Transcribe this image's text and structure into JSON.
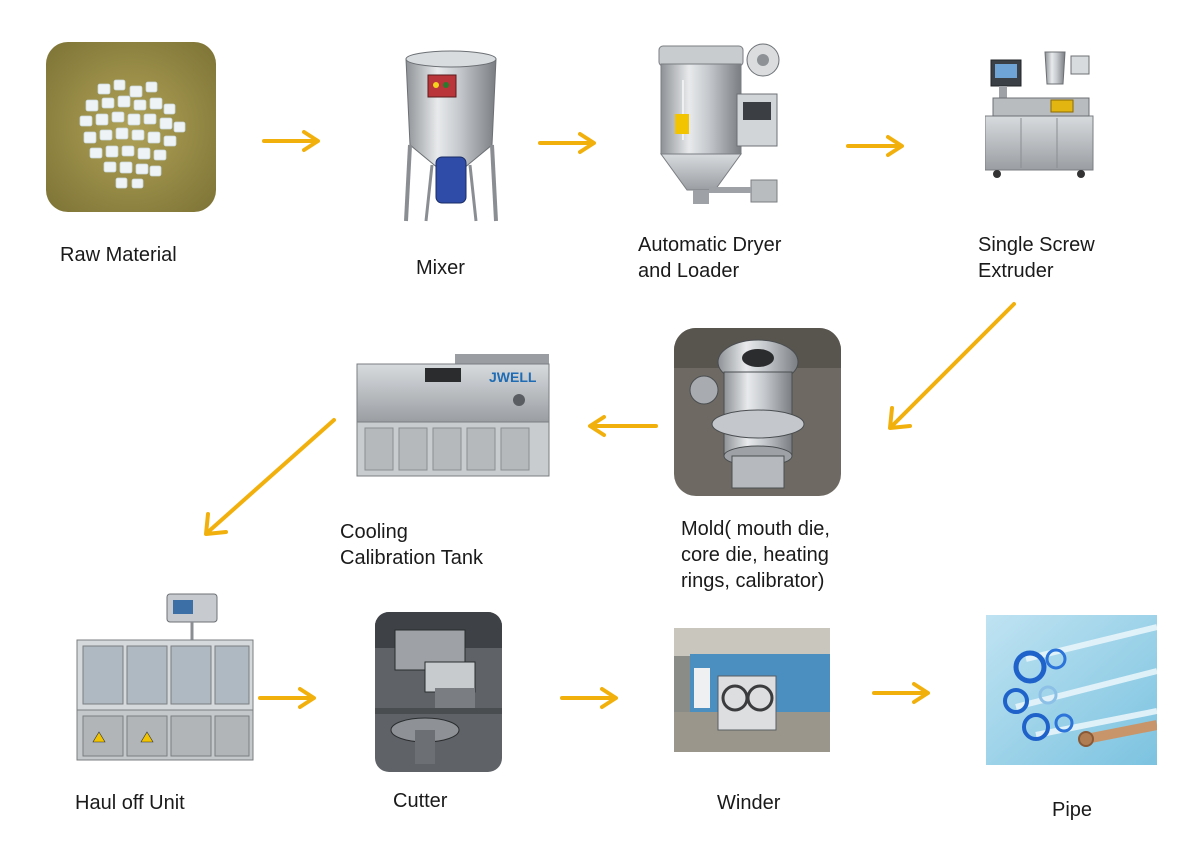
{
  "accent_color": "#F2B00C",
  "steps": [
    {
      "id": "raw-material",
      "label": "Raw  Material",
      "icon": "plastic-pellets-photo"
    },
    {
      "id": "mixer",
      "label": "Mixer",
      "icon": "mixer-machine-photo"
    },
    {
      "id": "dryer",
      "label": "Automatic Dryer\nand Loader",
      "icon": "dryer-loader-photo"
    },
    {
      "id": "extruder",
      "label": "Single Screw\nExtruder",
      "icon": "extruder-machine-photo"
    },
    {
      "id": "mold",
      "label": "Mold( mouth die,\ncore die, heating\nrings, calibrator)",
      "icon": "mold-die-photo"
    },
    {
      "id": "cooling",
      "label": "Cooling\nCalibration Tank",
      "icon": "cooling-tank-photo",
      "brand": "JWELL"
    },
    {
      "id": "haul-off",
      "label": "Haul off Unit",
      "icon": "haul-off-photo"
    },
    {
      "id": "cutter",
      "label": "Cutter",
      "icon": "cutter-photo"
    },
    {
      "id": "winder",
      "label": "Winder",
      "icon": "winder-photo"
    },
    {
      "id": "pipe",
      "label": "Pipe",
      "icon": "pipe-photo"
    }
  ]
}
